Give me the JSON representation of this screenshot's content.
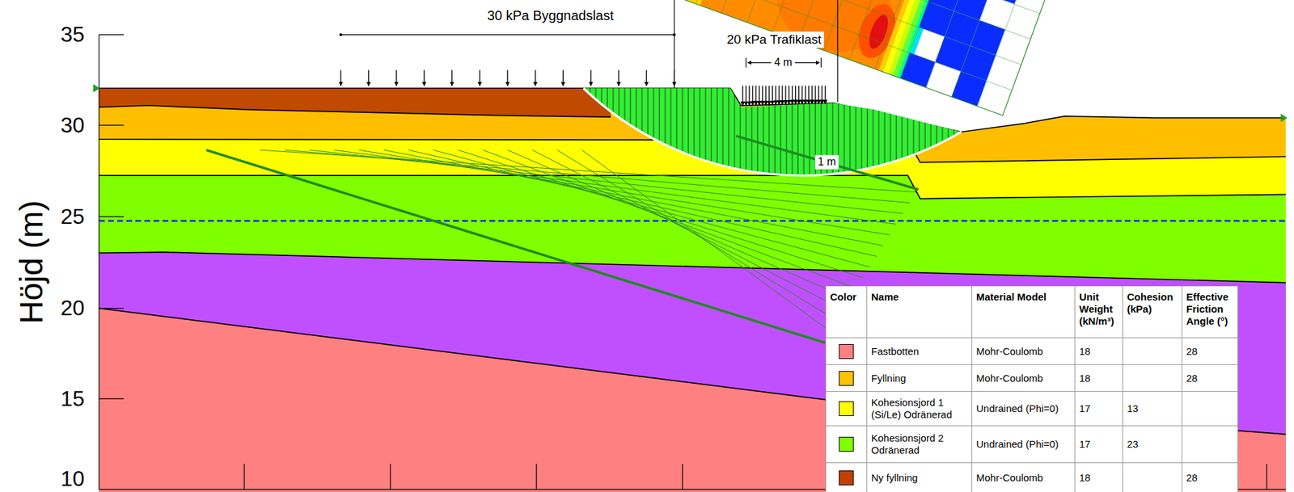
{
  "diagram": {
    "labels": [
      "35",
      "30",
      "25",
      "20",
      "15",
      "10",
      "Höjd (m)",
      "30 kPa Byggnadslast",
      "20 kPa Trafiklast",
      "4 m",
      "1 m",
      "Color",
      "Name",
      "Material Model",
      "Unit Weight (kN/m³)",
      "Cohesion (kPa)",
      "Effective Friction Angle (°)",
      "Mohr-Coulomb",
      "18",
      "28",
      "Mohr-Coulomb",
      "18",
      "28",
      "Undrained (Phi=0)",
      "17",
      "13",
      "Undrained (Phi=0)",
      "17",
      "23",
      "Mohr-Coulomb",
      "18",
      "28"
    ],
    "legend": [
      {
        "text": "Fastbotten",
        "color": "#ff8080"
      },
      {
        "text": "Fyllning",
        "color": "#ffc000"
      },
      {
        "text": "Kohesionsjord 1 (Si/Le) Odränerad",
        "color": "#ffff00"
      },
      {
        "text": "Kohesionsjord 2 Odränerad",
        "color": "#80ff00"
      },
      {
        "text": "Ny fyllning",
        "color": "#c04000"
      }
    ]
  }
}
